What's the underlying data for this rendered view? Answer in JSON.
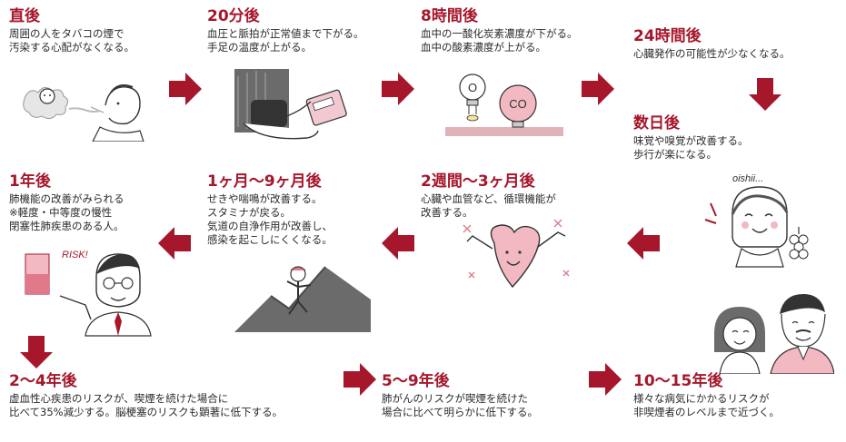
{
  "accent_color": "#a6172b",
  "arrow_color": "#a6172b",
  "stages": [
    {
      "title": "直後",
      "lines": [
        "周囲の人をタバコの煙で",
        "汚染する心配がなくなる。"
      ]
    },
    {
      "title": "20分後",
      "lines": [
        "血圧と脈拍が正常値まで下がる。",
        "手足の温度が上がる。"
      ]
    },
    {
      "title": "8時間後",
      "lines": [
        "血中の一酸化炭素濃度が下がる。",
        "血中の酸素濃度が上がる。"
      ]
    },
    {
      "title": "24時間後",
      "lines": [
        "心臓発作の可能性が少なくなる。"
      ]
    },
    {
      "title": "数日後",
      "lines": [
        "味覚や嗅覚が改善する。",
        "歩行が楽になる。"
      ]
    },
    {
      "title": "2週間〜3ヶ月後",
      "lines": [
        "心臓や血管など、循環機能が",
        "改善する。"
      ]
    },
    {
      "title": "1ヶ月〜9ヶ月後",
      "lines": [
        "せきや喘鳴が改善する。",
        "スタミナが戻る。",
        "気道の自浄作用が改善し、",
        "感染を起こしにくくなる。"
      ]
    },
    {
      "title": "1年後",
      "lines": [
        "肺機能の改善がみられる",
        "※軽度・中等度の慢性",
        "閉塞性肺疾患のある人。"
      ]
    },
    {
      "title": "2〜4年後",
      "lines": [
        "虚血性心疾患のリスクが、喫煙を続けた場合に",
        "比べて35%減少する。脳梗塞のリスクも顕著に低下する。"
      ]
    },
    {
      "title": "5〜9年後",
      "lines": [
        "肺がんのリスクが喫煙を続けた",
        "場合に比べて明らかに低下する。"
      ]
    },
    {
      "title": "10〜15年後",
      "lines": [
        "様々な病気にかかるリスクが",
        "非喫煙者のレベルまで近づく。"
      ]
    }
  ],
  "illustration_labels": {
    "o_bulb": "O",
    "co_bulb": "CO",
    "oishii": "oishii...",
    "risk": "RISK!"
  },
  "icons": {
    "smoker": "person-exhaling-smoke-icon",
    "blood_pressure": "blood-pressure-cuff-icon",
    "bulbs": "oxygen-co-bulbs-icon",
    "heart": "happy-heart-icon",
    "taste": "woman-tasting-grapes-icon",
    "runner": "runner-climbing-icon",
    "risk_man": "man-with-risk-chart-icon",
    "couple": "happy-couple-icon",
    "arrow_right": "arrow-right-icon",
    "arrow_left": "arrow-left-icon",
    "arrow_down": "arrow-down-icon"
  }
}
